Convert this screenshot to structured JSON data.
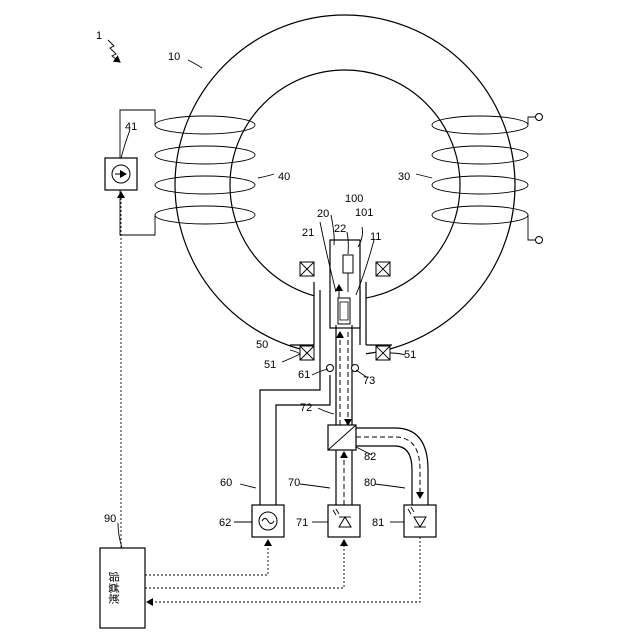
{
  "labels": {
    "system": "1",
    "ring": "10",
    "ring_opening": "11",
    "probe": "20",
    "probe_tip": "21",
    "probe_sensor": "22",
    "coil_right": "30",
    "coil_left": "40",
    "current_source": "41",
    "magnet_unit": "50",
    "magnet_block_a": "51",
    "magnet_block_b": "51",
    "drive_unit": "60",
    "drive_node": "61",
    "generator": "62",
    "light_unit": "70",
    "light_source": "71",
    "fiber": "72",
    "fiber_node": "73",
    "detector_unit": "80",
    "detector": "81",
    "splitter": "82",
    "processor_ref": "90",
    "processor_text": "演算部",
    "enclosure": "100",
    "enclosure_edge": "101"
  }
}
